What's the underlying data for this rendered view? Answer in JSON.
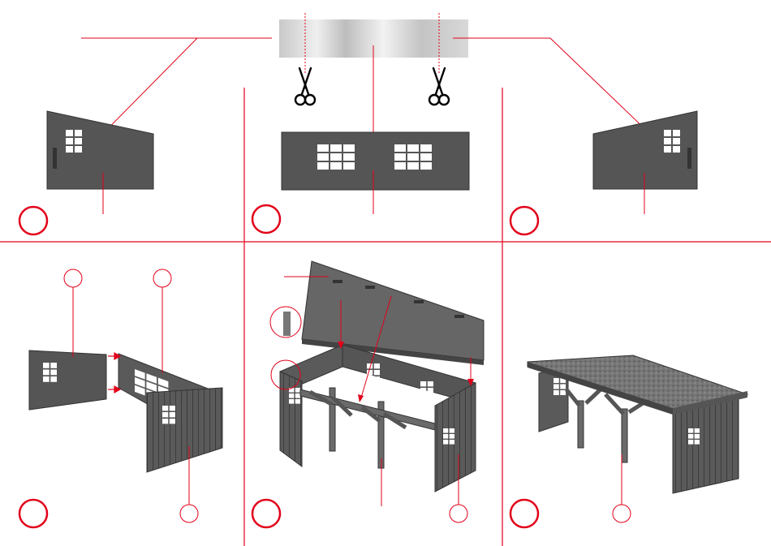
{
  "figure": {
    "panels_count": 6,
    "step_marker_style": "empty red circle",
    "part_callout_style": "small empty red circle",
    "colors": {
      "accent_red": "#e2001a",
      "wall_dark": "#555555",
      "wall_edge": "#333333",
      "window_white": "#ffffff",
      "glazing_film_light": "#e6e6e6",
      "glazing_film_dark": "#b8b8b8",
      "roof_texture": "#6e6e6e",
      "background": "#ffffff"
    },
    "icons": [
      "scissors-icon"
    ]
  }
}
